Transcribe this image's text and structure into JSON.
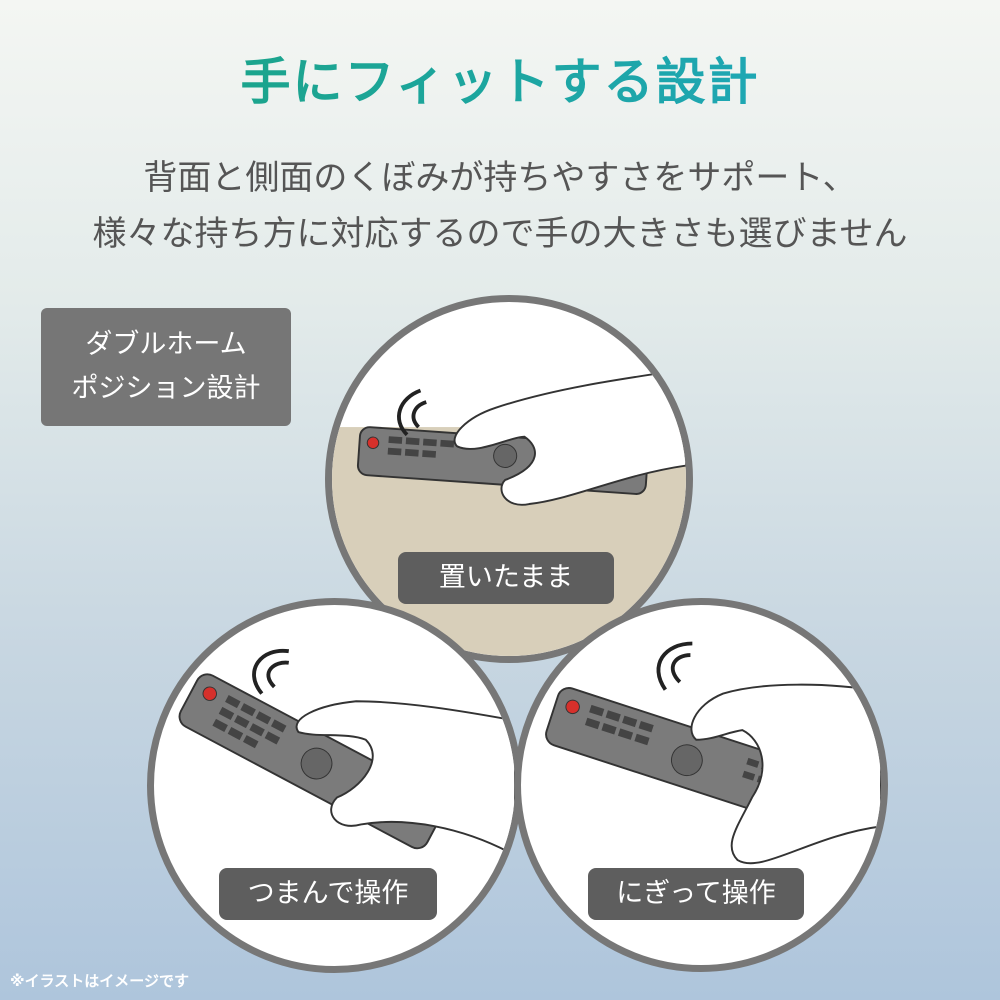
{
  "header": {
    "title": "手にフィットする設計",
    "subtitle_line1": "背面と側面のくぼみが持ちやすさをサポート、",
    "subtitle_line2": "様々な持ち方に対応するので手の大きさも選びません"
  },
  "badge": {
    "line1": "ダブルホーム",
    "line2": "ポジション設計"
  },
  "grips": [
    {
      "label": "置いたまま",
      "icon": "remote-on-table-illustration"
    },
    {
      "label": "つまんで操作",
      "icon": "remote-pinch-illustration"
    },
    {
      "label": "にぎって操作",
      "icon": "remote-grip-illustration"
    }
  ],
  "footnote": "※イラストはイメージです",
  "colors": {
    "title_gradient_start": "#1aa37a",
    "title_gradient_end": "#1fa8c6",
    "circle_border": "#777777",
    "label_bg": "#5e5e5e",
    "power_button": "#d6302b"
  }
}
